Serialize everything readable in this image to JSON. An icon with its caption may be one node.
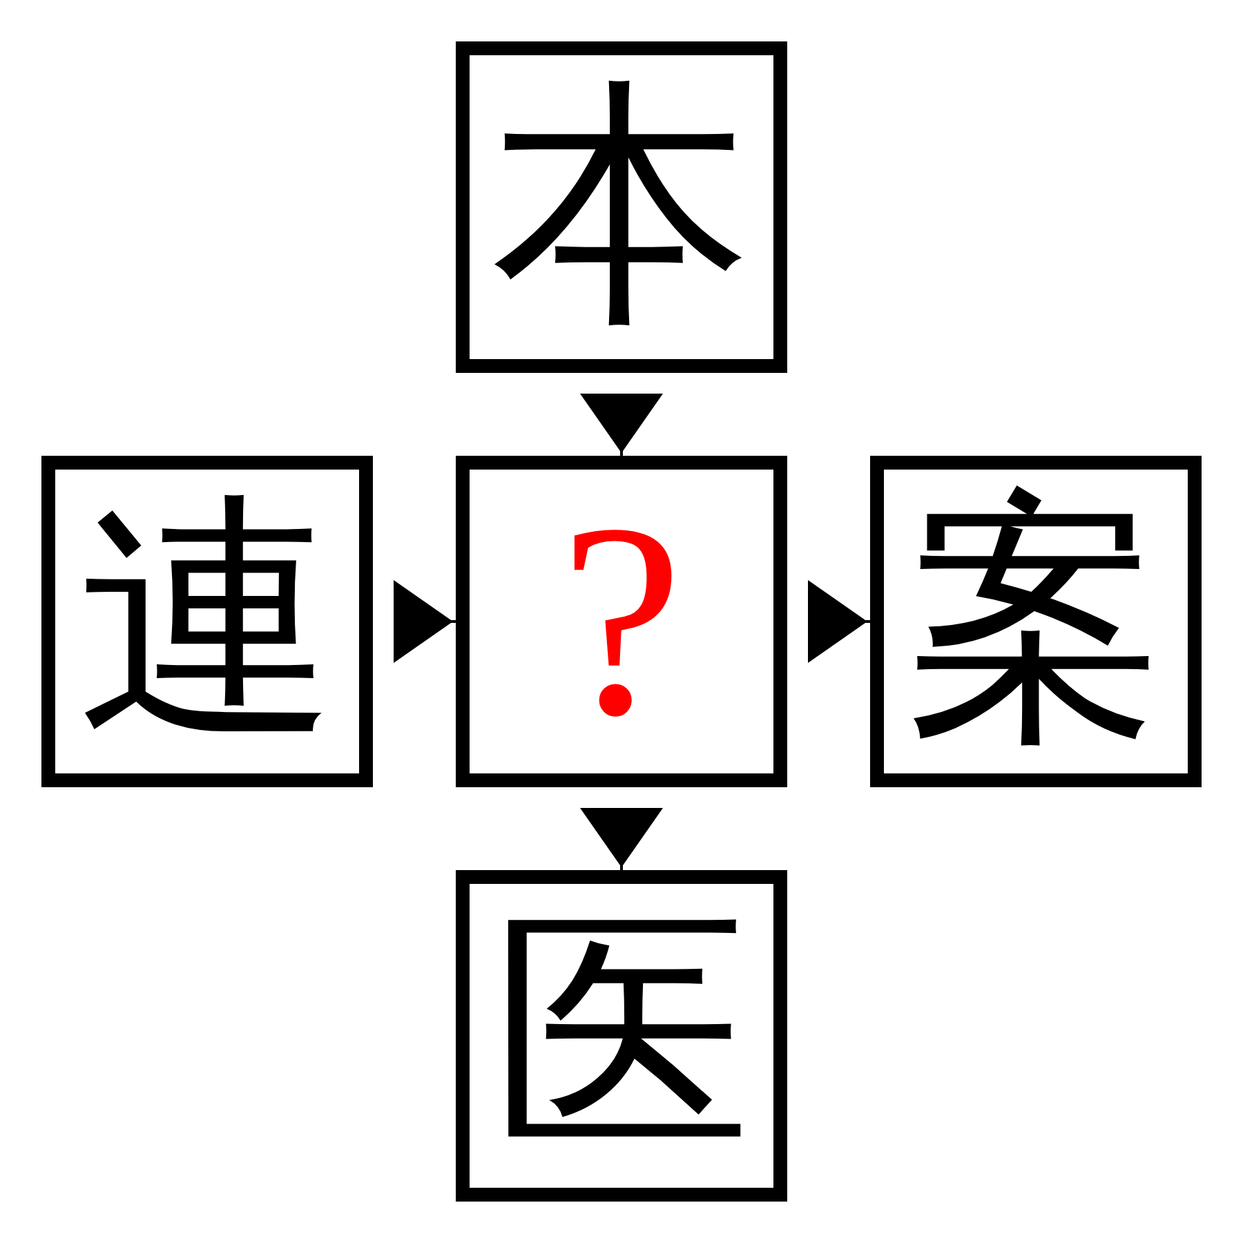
{
  "diagram": {
    "nodes": [
      {
        "text": [
          "本"
        ]
      },
      {
        "text": [
          "連"
        ]
      },
      {
        "text": [
          "?"
        ]
      },
      {
        "text": [
          "案"
        ]
      },
      {
        "text": [
          "医"
        ]
      }
    ],
    "edges": [
      {
        "from": 0,
        "to": 2,
        "arrow": "to"
      },
      {
        "from": 1,
        "to": 2,
        "arrow": "to"
      },
      {
        "from": 2,
        "to": 3,
        "arrow": "to"
      },
      {
        "from": 2,
        "to": 4,
        "arrow": "to"
      }
    ]
  }
}
